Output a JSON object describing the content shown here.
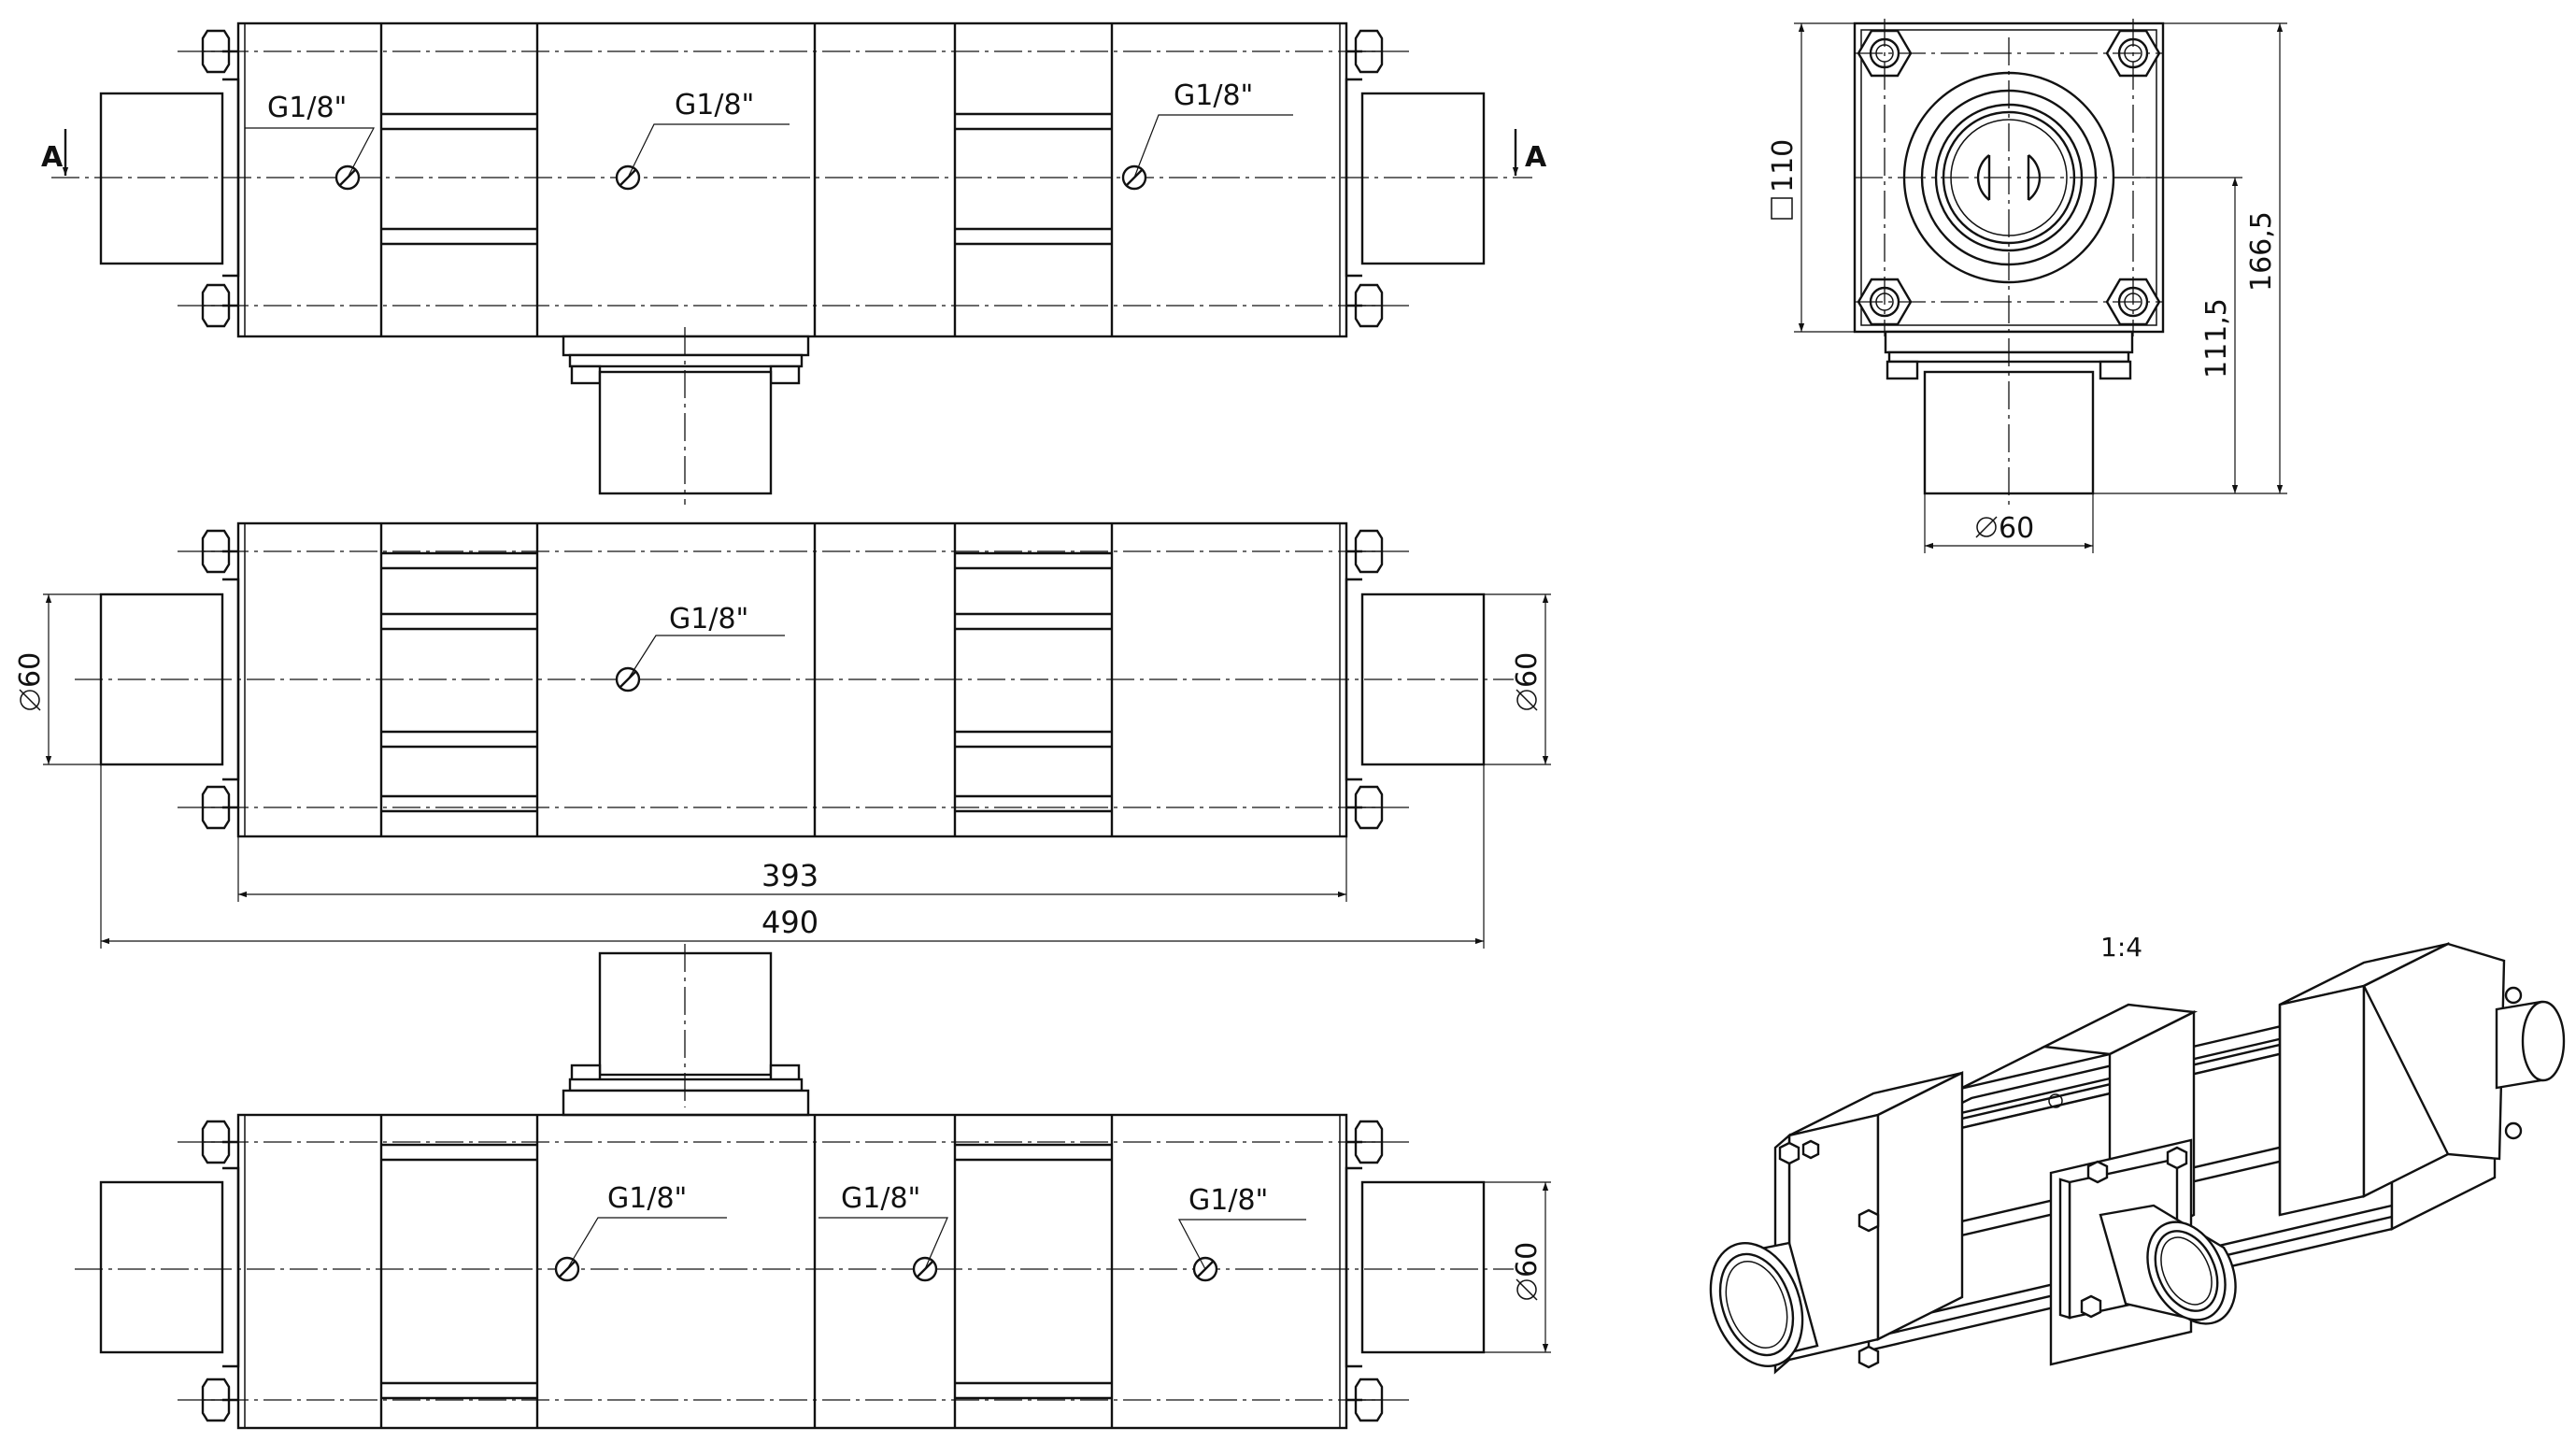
{
  "section_marker": "A",
  "thread_label": "G1/8\"",
  "dimensions": {
    "square_110": "110",
    "d166": "166,5",
    "d111": "111,5",
    "dia60": "60",
    "len393": "393",
    "len490": "490"
  },
  "scale": "1:4"
}
